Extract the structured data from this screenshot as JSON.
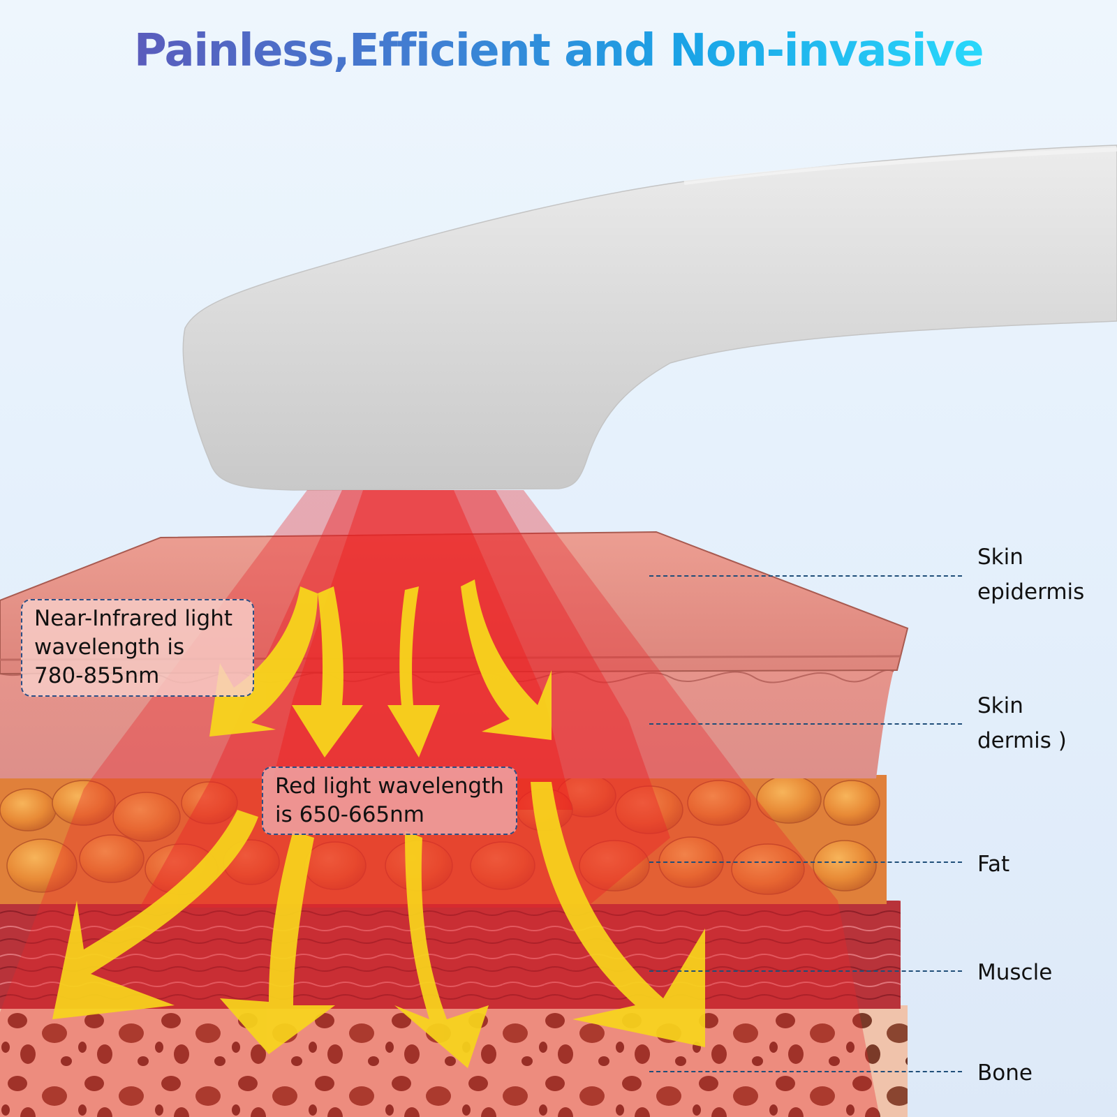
{
  "header": {
    "title": "Painless,Efficient and Non-invasive",
    "gradient_colors": [
      "#5a5cbc",
      "#3f7fd3",
      "#1aa3e6",
      "#2ad8fb"
    ]
  },
  "device": {
    "icon": "handheld-light-therapy-device-icon",
    "color": "#d9d9d9"
  },
  "callouts": {
    "near_infrared": {
      "line1": "Near-Infrared light",
      "line2": "wavelength is",
      "line3": "780-855nm"
    },
    "red_light": {
      "line1": "Red light wavelength",
      "line2": "is 650-665nm"
    }
  },
  "layers": [
    {
      "line1": "Skin",
      "line2": "epidermis",
      "color": "#e48a80"
    },
    {
      "line1": "Skin",
      "line2": "dermis )",
      "color": "#dd8a88"
    },
    {
      "line1": "Fat",
      "line2": "",
      "color": "#e98a3a"
    },
    {
      "line1": "Muscle",
      "line2": "",
      "color": "#b8333a"
    },
    {
      "line1": "Bone",
      "line2": "",
      "color": "#f0c0a8"
    }
  ],
  "colors": {
    "light_beam": "#e8262a",
    "arrow": "#f7d51c",
    "leader_line": "#1f4e79"
  }
}
